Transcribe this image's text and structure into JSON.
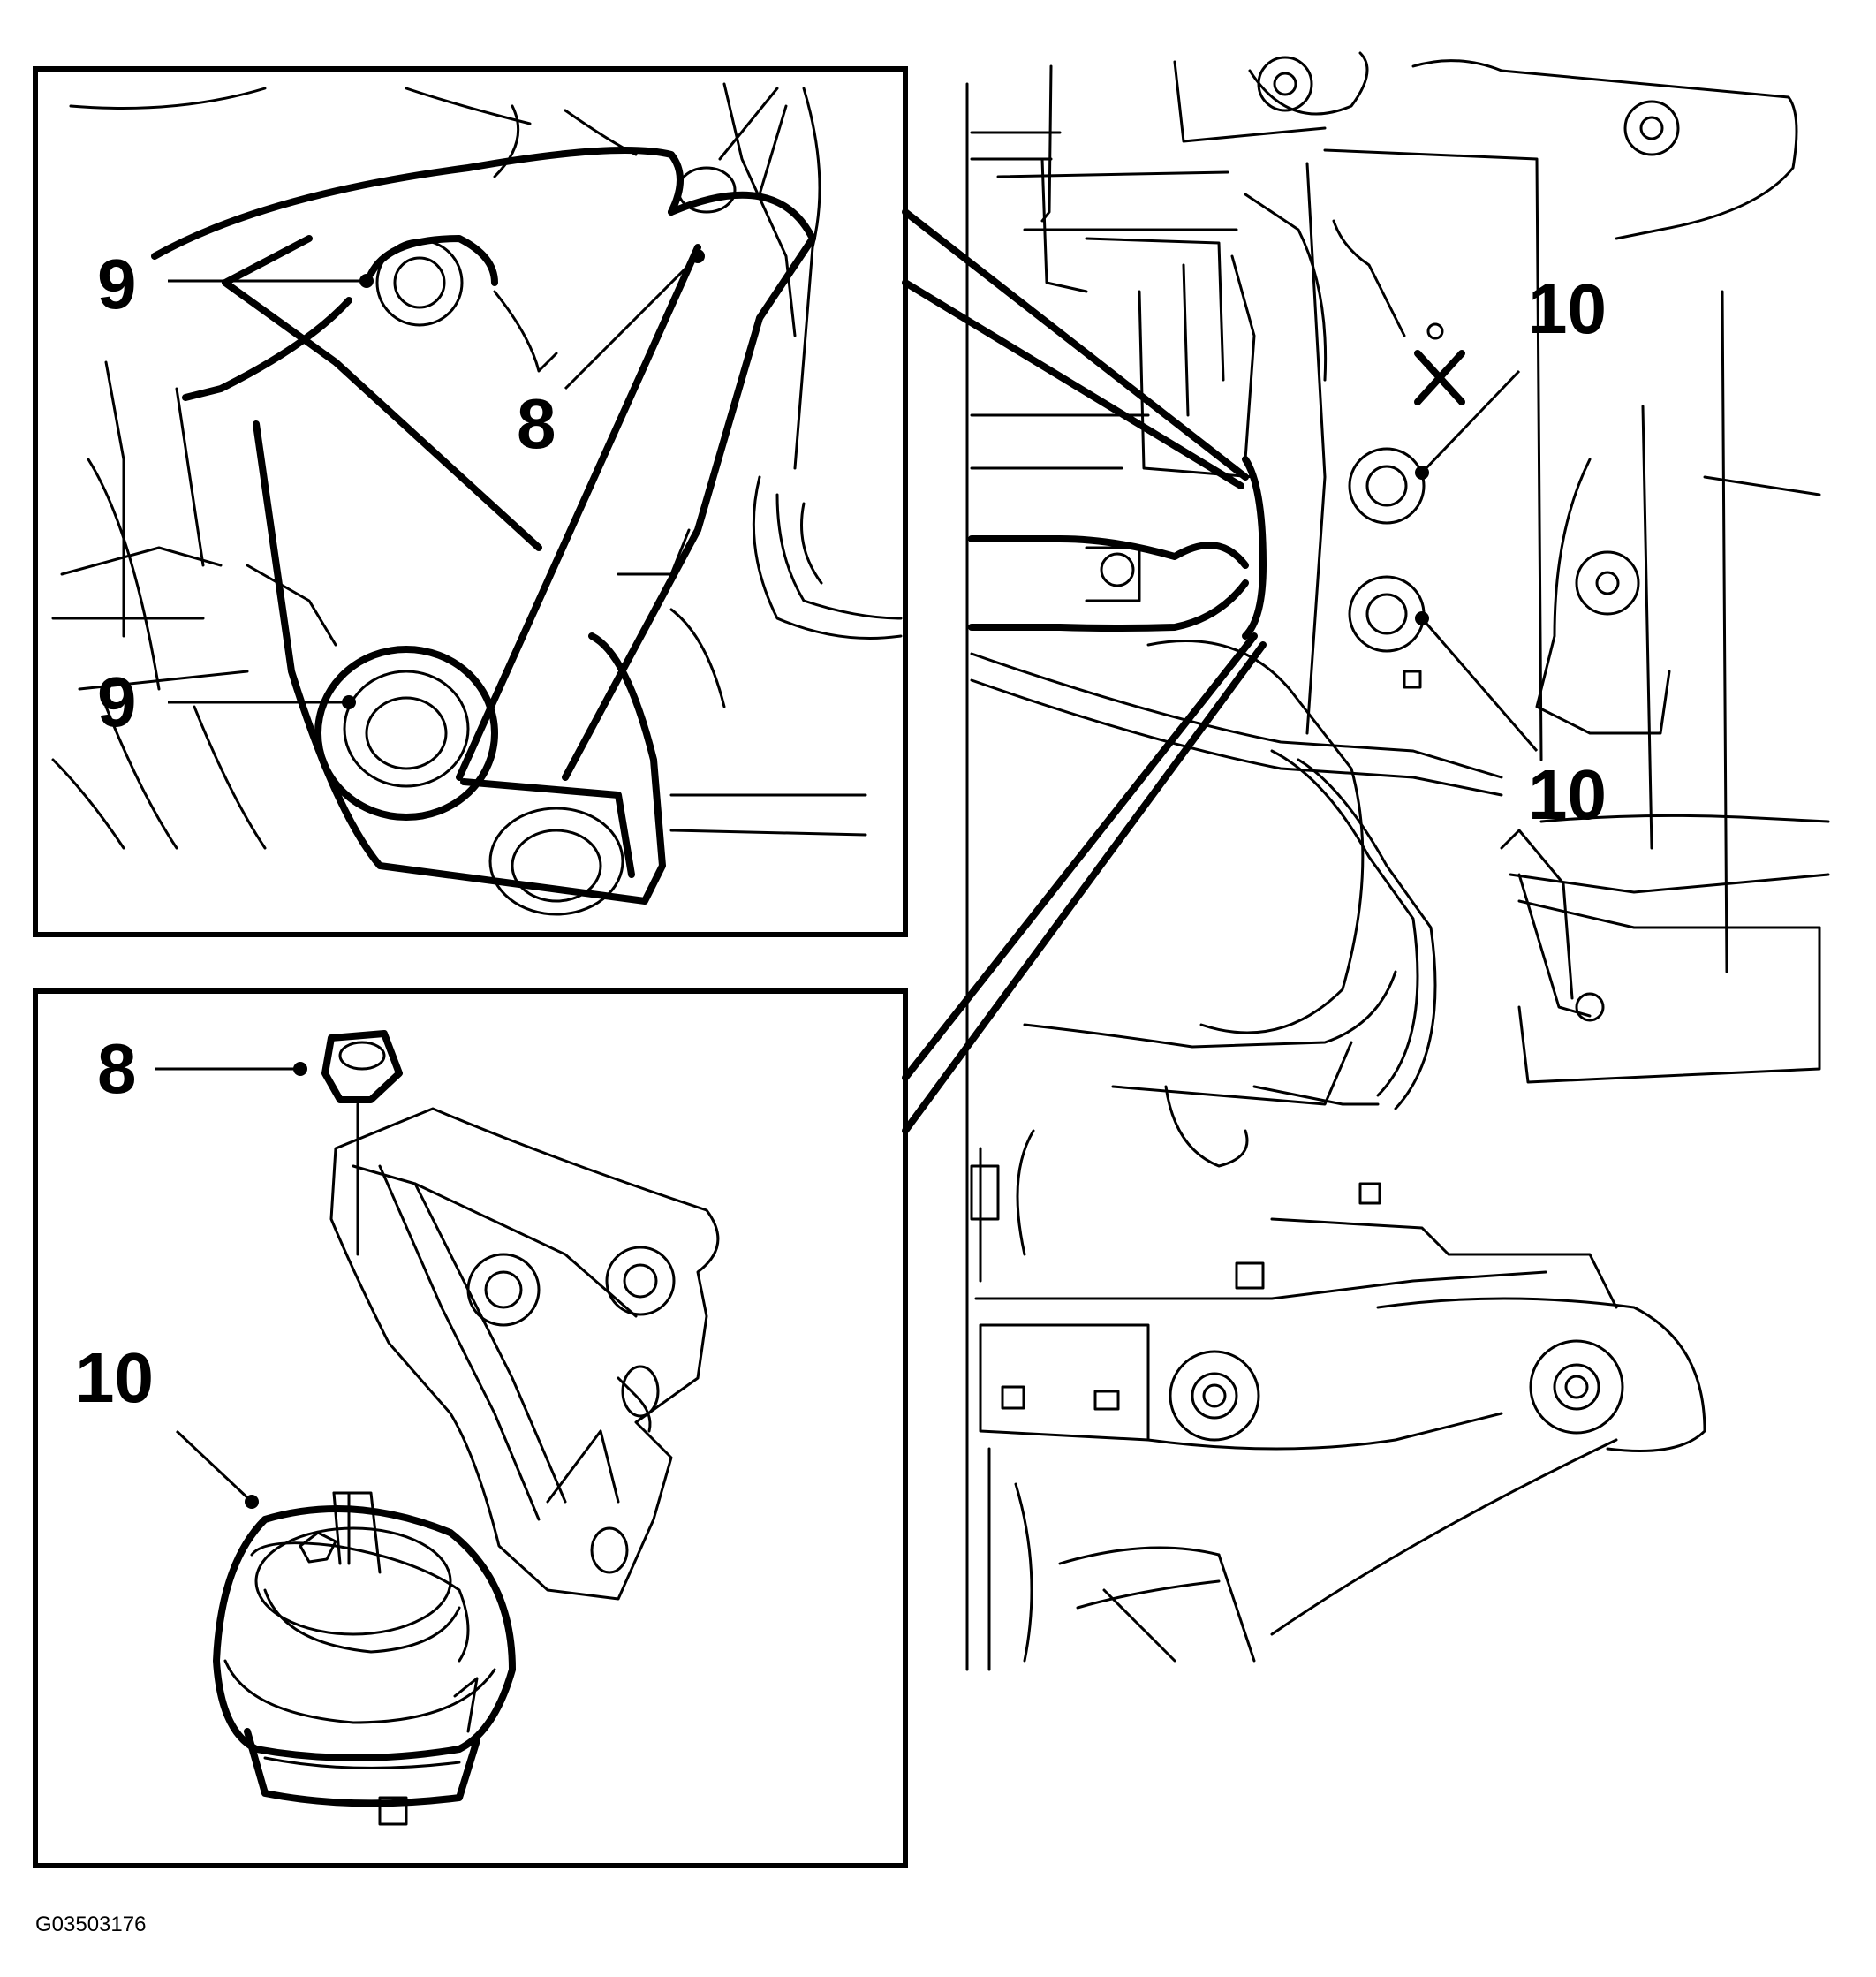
{
  "figure_code": "G03503176",
  "callouts": {
    "top_nut_8": "8",
    "top_bolt_9_upper": "9",
    "top_bolt_9_lower": "9",
    "right_bolt_10_upper": "10",
    "right_bolt_10_lower": "10",
    "bottom_nut_8": "8",
    "bottom_mount_10": "10"
  }
}
